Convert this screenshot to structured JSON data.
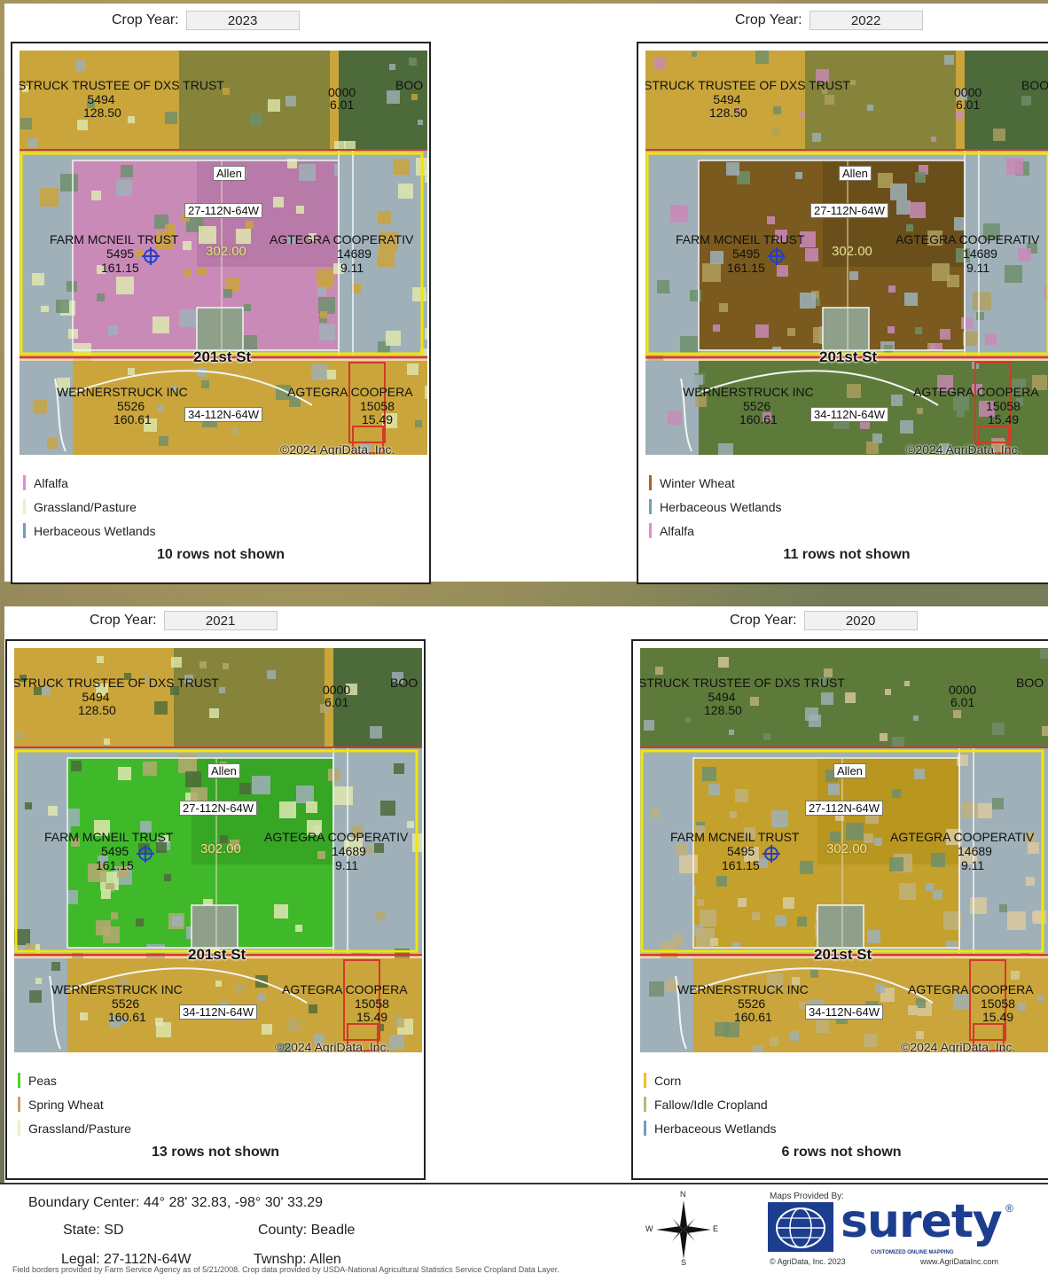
{
  "panels": [
    {
      "crop_year_label": "Crop Year:",
      "crop_year": "2023",
      "theme": "alfalfa",
      "map": {
        "north_owner": "STRUCK TRUSTEE OF DXS TRUST",
        "north_id": "5494",
        "north_acres": "128.50",
        "small_id": "0000",
        "small_acres": "6.01",
        "corner_label": "BOO",
        "township_tag": "Allen",
        "section_tag": "27-112N-64W",
        "farm_owner": "FARM MCNEIL TRUST",
        "farm_id": "5495",
        "farm_acres": "161.15",
        "center_acres": "302.00",
        "east_owner": "AGTEGRA COOPERATIV",
        "east_id": "14689",
        "east_acres": "9.11",
        "road": "201st St",
        "south_owner": "WERNERSTRUCK INC",
        "south_id": "5526",
        "south_acres": "160.61",
        "south_section": "34-112N-64W",
        "south_east_owner": "AGTEGRA COOPERA",
        "south_east_id": "15058",
        "south_east_acres": "15.49",
        "copyright": "©2024 AgriData, Inc."
      },
      "legend": [
        {
          "label": "Alfalfa",
          "color": "#e58ad6"
        },
        {
          "label": "Grassland/Pasture",
          "color": "#e6f5b8"
        },
        {
          "label": "Herbaceous Wetlands",
          "color": "#6fa0b6"
        }
      ],
      "hidden_rows": "10 rows not shown"
    },
    {
      "crop_year_label": "Crop Year:",
      "crop_year": "2022",
      "theme": "wheat",
      "map": {
        "north_owner": "STRUCK TRUSTEE OF DXS TRUST",
        "north_id": "5494",
        "north_acres": "128.50",
        "small_id": "0000",
        "small_acres": "6.01",
        "corner_label": "BOO",
        "township_tag": "Allen",
        "section_tag": "27-112N-64W",
        "farm_owner": "FARM MCNEIL TRUST",
        "farm_id": "5495",
        "farm_acres": "161.15",
        "center_acres": "302.00",
        "east_owner": "AGTEGRA COOPERATIV",
        "east_id": "14689",
        "east_acres": "9.11",
        "road": "201st St",
        "south_owner": "WERNERSTRUCK INC",
        "south_id": "5526",
        "south_acres": "160.61",
        "south_section": "34-112N-64W",
        "south_east_owner": "AGTEGRA COOPERA",
        "south_east_id": "15058",
        "south_east_acres": "15.49",
        "copyright": "©2024 AgriData, Inc."
      },
      "legend": [
        {
          "label": "Winter Wheat",
          "color": "#a5671c"
        },
        {
          "label": "Herbaceous Wetlands",
          "color": "#6fa0b6"
        },
        {
          "label": "Alfalfa",
          "color": "#e58ad6"
        }
      ],
      "hidden_rows": "11 rows not shown"
    },
    {
      "crop_year_label": "Crop Year:",
      "crop_year": "2021",
      "theme": "peas",
      "map": {
        "north_owner": "STRUCK TRUSTEE OF DXS TRUST",
        "north_id": "5494",
        "north_acres": "128.50",
        "small_id": "0000",
        "small_acres": "6.01",
        "corner_label": "BOO",
        "township_tag": "Allen",
        "section_tag": "27-112N-64W",
        "farm_owner": "FARM MCNEIL TRUST",
        "farm_id": "5495",
        "farm_acres": "161.15",
        "center_acres": "302.00",
        "east_owner": "AGTEGRA COOPERATIV",
        "east_id": "14689",
        "east_acres": "9.11",
        "road": "201st St",
        "south_owner": "WERNERSTRUCK INC",
        "south_id": "5526",
        "south_acres": "160.61",
        "south_section": "34-112N-64W",
        "south_east_owner": "AGTEGRA COOPERA",
        "south_east_id": "15058",
        "south_east_acres": "15.49",
        "copyright": "©2024 AgriData, Inc."
      },
      "legend": [
        {
          "label": "Peas",
          "color": "#4ad423"
        },
        {
          "label": "Spring Wheat",
          "color": "#c8a064"
        },
        {
          "label": "Grassland/Pasture",
          "color": "#e6f5b8"
        }
      ],
      "hidden_rows": "13 rows not shown"
    },
    {
      "crop_year_label": "Crop Year:",
      "crop_year": "2020",
      "theme": "corn",
      "map": {
        "north_owner": "STRUCK TRUSTEE OF DXS TRUST",
        "north_id": "5494",
        "north_acres": "128.50",
        "small_id": "0000",
        "small_acres": "6.01",
        "corner_label": "BOO",
        "township_tag": "Allen",
        "section_tag": "27-112N-64W",
        "farm_owner": "FARM MCNEIL TRUST",
        "farm_id": "5495",
        "farm_acres": "161.15",
        "center_acres": "302.00",
        "east_owner": "AGTEGRA COOPERATIV",
        "east_id": "14689",
        "east_acres": "9.11",
        "road": "201st St",
        "south_owner": "WERNERSTRUCK INC",
        "south_id": "5526",
        "south_acres": "160.61",
        "south_section": "34-112N-64W",
        "south_east_owner": "AGTEGRA COOPERA",
        "south_east_id": "15058",
        "south_east_acres": "15.49",
        "copyright": "©2024 AgriData, Inc."
      },
      "legend": [
        {
          "label": "Corn",
          "color": "#f4c01a"
        },
        {
          "label": "Fallow/Idle Cropland",
          "color": "#c0b27e"
        },
        {
          "label": "Herbaceous Wetlands",
          "color": "#6fa0b6"
        }
      ],
      "hidden_rows": "6 rows not shown"
    }
  ],
  "footer": {
    "boundary_label": "Boundary Center:",
    "boundary_value": "44° 28' 32.83,  -98° 30' 33.29",
    "state_label": "State:",
    "state_value": "SD",
    "county_label": "County:",
    "county_value": "Beadle",
    "legal_label": "Legal:",
    "legal_value": "27-112N-64W",
    "twnshp_label": "Twnshp:",
    "twnshp_value": "Allen",
    "compass": {
      "n": "N",
      "s": "S",
      "e": "E",
      "w": "W"
    },
    "maps_provided": "Maps Provided By:",
    "logo_text": "surety",
    "logo_reg": "®",
    "logo_tagline": "CUSTOMIZED ONLINE MAPPING",
    "logo_copyright": "© AgriData, Inc. 2023",
    "logo_url": "www.AgriDataInc.com",
    "fine_print": "Field borders provided by Farm Service Agency as of 5/21/2008. Crop data provided by USDA-National Agricultural Statistics Service Cropland Data Layer."
  },
  "colors": {
    "boundary": "#f2e600",
    "road_line": "#d23a2a",
    "logo_blue": "#1d3d8f"
  }
}
